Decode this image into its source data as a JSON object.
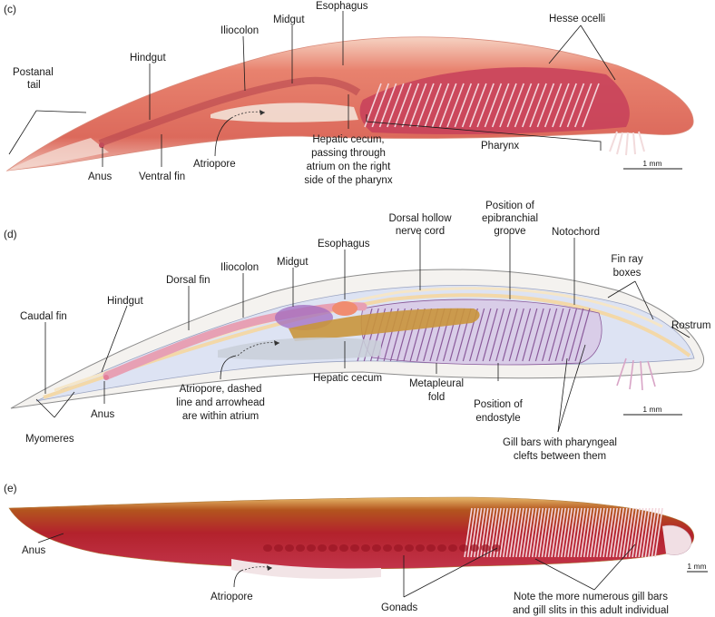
{
  "panels": {
    "c": {
      "letter": "(c)",
      "labels": {
        "postanal_tail": [
          "Postanal",
          "tail"
        ],
        "hindgut": "Hindgut",
        "iliocolon": "Iliocolon",
        "midgut": "Midgut",
        "esophagus": "Esophagus",
        "hesse_ocelli": "Hesse ocelli",
        "anus": "Anus",
        "ventral_fin": "Ventral fin",
        "atriopore": "Atriopore",
        "hepatic_cecum": [
          "Hepatic cecum,",
          "passing through",
          "atrium on the right",
          "side of the pharynx"
        ],
        "pharynx": "Pharynx"
      },
      "scale": "1 mm"
    },
    "d": {
      "letter": "(d)",
      "labels": {
        "dorsal_hollow_nerve_cord": [
          "Dorsal hollow",
          "nerve cord"
        ],
        "epibranchial_groove": [
          "Position of",
          "epibranchial",
          "groove"
        ],
        "esophagus": "Esophagus",
        "midgut": "Midgut",
        "iliocolon": "Iliocolon",
        "dorsal_fin": "Dorsal fin",
        "hindgut": "Hindgut",
        "caudal_fin": "Caudal fin",
        "notochord": "Notochord",
        "fin_ray_boxes": [
          "Fin ray",
          "boxes"
        ],
        "rostrum": "Rostrum",
        "atriopore": [
          "Atriopore, dashed",
          "line and arrowhead",
          "are within atrium"
        ],
        "hepatic_cecum": "Hepatic cecum",
        "metapleural_fold": [
          "Metapleural",
          "fold"
        ],
        "endostyle": [
          "Position of",
          "endostyle"
        ],
        "anus": "Anus",
        "myomeres": "Myomeres",
        "gill_bars": [
          "Gill bars with pharyngeal",
          "clefts between them"
        ]
      },
      "scale": "1 mm"
    },
    "e": {
      "letter": "(e)",
      "labels": {
        "anus": "Anus",
        "atriopore": "Atriopore",
        "gonads": "Gonads",
        "note": [
          "Note the more numerous gill bars",
          "and gill slits in this adult individual"
        ]
      },
      "scale": "1 mm"
    }
  },
  "colors": {
    "larva_body": "#e8826e",
    "larva_pharynx": "#c7405a",
    "diagram_outline": "#cfcfcf",
    "diagram_fill": "#dde3f3",
    "nerve_cord": "#f3d8a8",
    "gut_pink": "#e7a0b4",
    "gut_purple": "#a16cc0",
    "hepatic_cecum": "#c9953c",
    "adult_body": "#b8282e",
    "adult_dorsal": "#c98a3a"
  }
}
